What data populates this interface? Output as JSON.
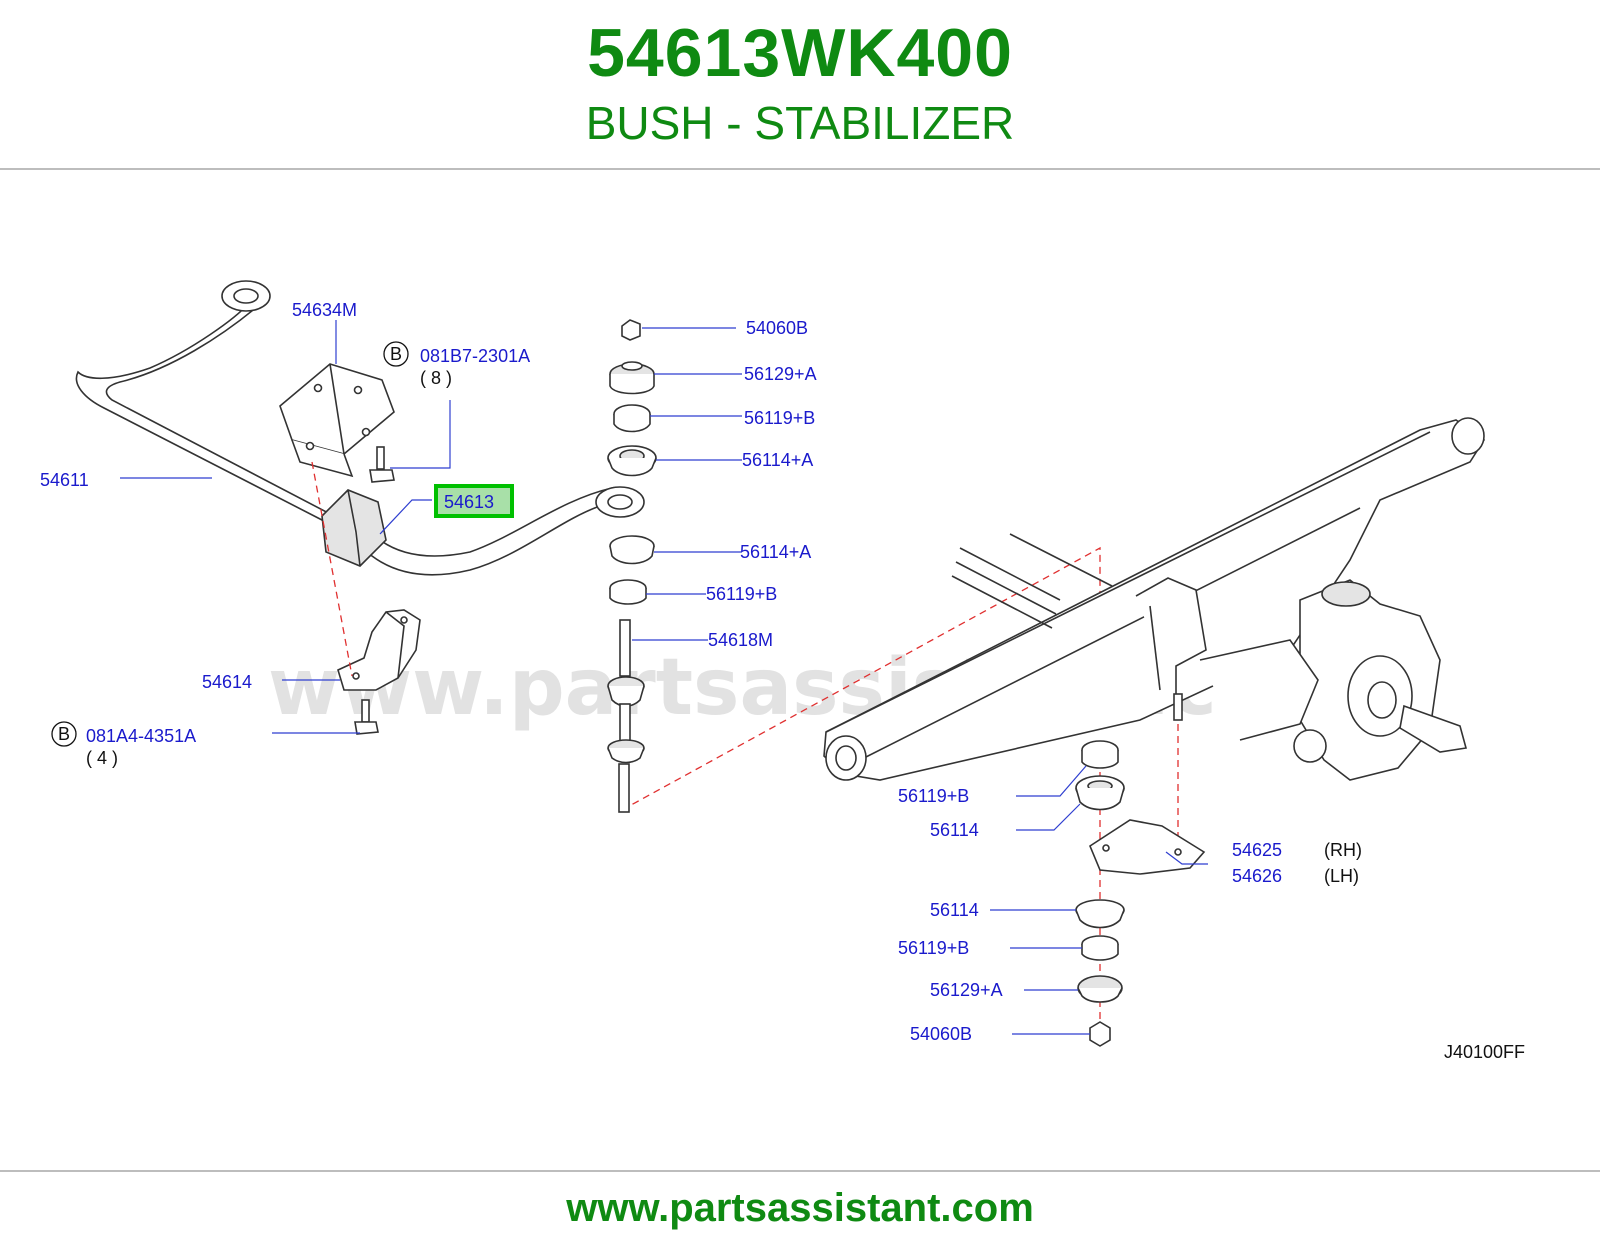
{
  "header": {
    "part_number": "54613WK400",
    "part_name": "BUSH - STABILIZER"
  },
  "footer": {
    "url": "www.partsassistant.com"
  },
  "watermark": "www.partsassistant.com",
  "diagram_code": "J40100FF",
  "highlight_color": "#00c000",
  "labels": {
    "l54634m": "54634M",
    "l081b7": "081B7-2301A",
    "q8": "( 8 )",
    "l54611": "54611",
    "l54613": "54613",
    "l54614": "54614",
    "l081a4": "081A4-4351A",
    "q4": "( 4 )",
    "l54060b_top": "54060B",
    "l56129a_top": "56129+A",
    "l56119b_top1": "56119+B",
    "l56114a_top1": "56114+A",
    "l56114a_top2": "56114+A",
    "l56119b_top2": "56119+B",
    "l54618m": "54618M",
    "l56119b_r1": "56119+B",
    "l56114_r1": "56114",
    "l54625": "54625",
    "rh": "(RH)",
    "l54626": "54626",
    "lh": "(LH)",
    "l56114_r2": "56114",
    "l56119b_r2": "56119+B",
    "l56129a_r": "56129+A",
    "l54060b_r": "54060B",
    "b_marker": "B"
  }
}
